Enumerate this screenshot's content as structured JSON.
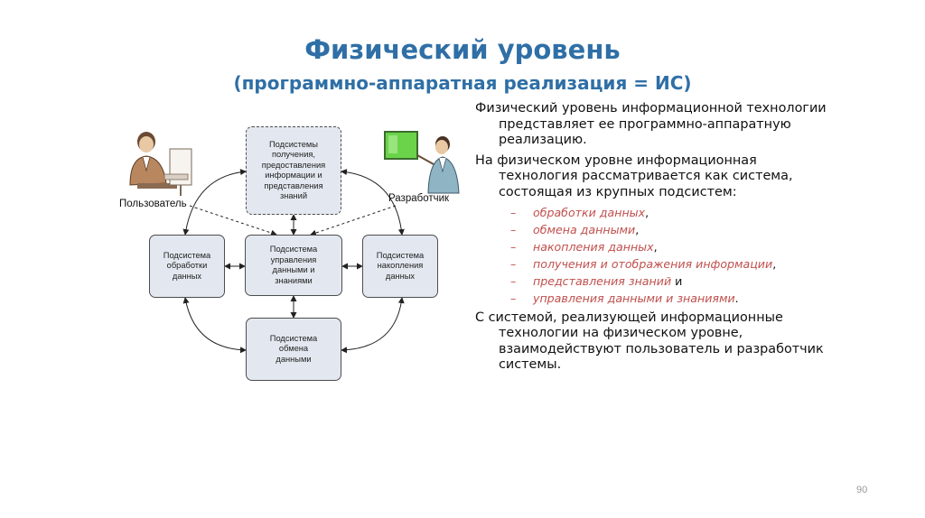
{
  "slide": {
    "title": "Физический уровень",
    "subtitle": "(программно-аппаратная реализация = ИС)",
    "page_number": "90"
  },
  "diagram": {
    "actors": {
      "user": "Пользователь",
      "developer": "Разработчик"
    },
    "boxes": {
      "acquisition": "Подсистемы\nполучения,\nпредоставления\nинформации и\nпредставления\nзнаний",
      "processing": "Подсистема\nобработки\nданных",
      "management": "Подсистема\nуправления\nданными и\nзнаниями",
      "accumulation": "Подсистема\nнакопления\nданных",
      "exchange": "Подсистема\nобмена\nданными"
    }
  },
  "text": {
    "p1": "Физический уровень информационной технологии представляет ее программно-аппаратную реализацию.",
    "p2": "На физическом уровне информационная технология рассматривается как система, состоящая из крупных подсистем:",
    "items": [
      {
        "em": "обработки данных",
        "suffix": ","
      },
      {
        "em": "обмена данными",
        "suffix": ","
      },
      {
        "em": "накопления данных",
        "suffix": ","
      },
      {
        "em": "получения и отображения информации",
        "suffix": ","
      },
      {
        "em": "представления знаний",
        "suffix": " и"
      },
      {
        "em": "управления данными и знаниями",
        "suffix": "."
      }
    ],
    "p3": "С системой, реализующей информационные технологии на физическом уровне, взаимодействуют пользователь и разработчик системы."
  },
  "colors": {
    "title": "#2f6fa6",
    "box_fill": "#e3e8f0",
    "box_border": "#4d4d4d",
    "list_accent": "#c0504d",
    "chalkboard": "#6ad34a"
  }
}
